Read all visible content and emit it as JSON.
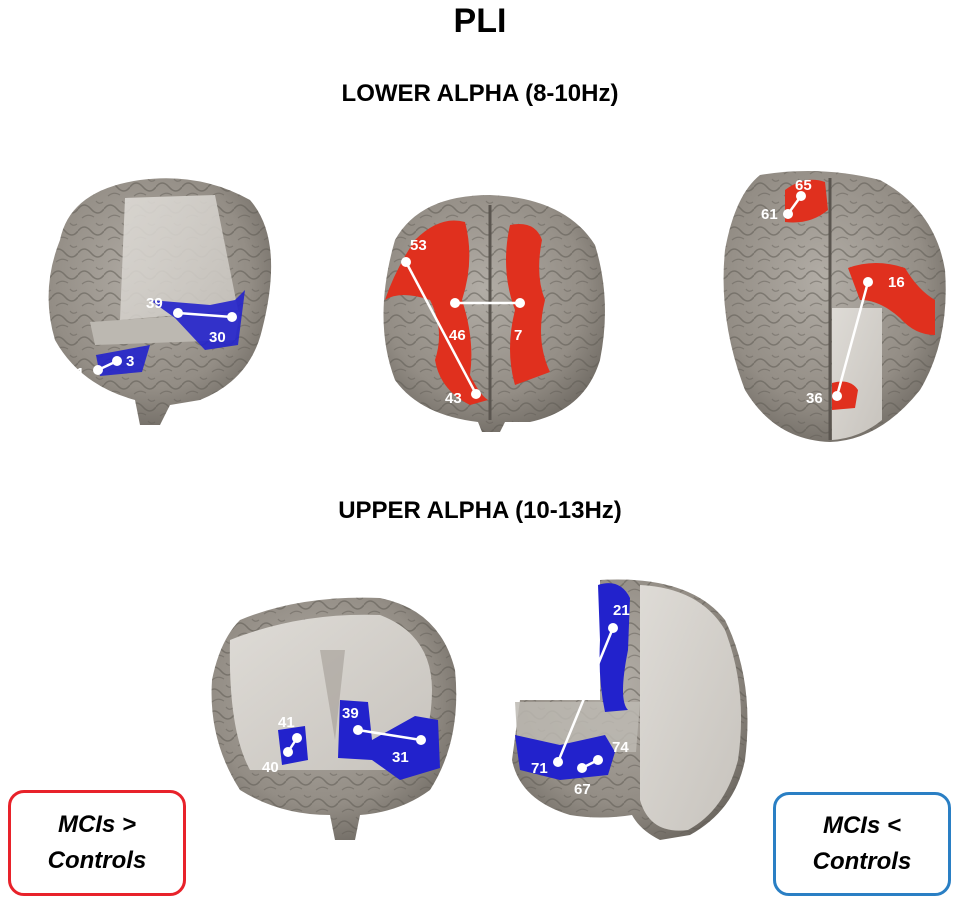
{
  "title": "PLI",
  "sections": {
    "lower": "LOWER ALPHA (8-10Hz)",
    "upper": "UPPER ALPHA (10-13Hz)"
  },
  "colors": {
    "increase": "#e0301e",
    "decrease": "#2222cc",
    "brain": "#9a948c",
    "slice": "#d9d6d0",
    "increase_border": "#e8222a",
    "decrease_border": "#2a7fc4"
  },
  "nodes": {
    "n39a": "39",
    "n30": "30",
    "n1": "1",
    "n3": "3",
    "n53": "53",
    "n46": "46",
    "n7": "7",
    "n43": "43",
    "n65": "65",
    "n61": "61",
    "n16": "16",
    "n36": "36",
    "n41": "41",
    "n40": "40",
    "n39b": "39",
    "n31": "31",
    "n21": "21",
    "n74": "74",
    "n71": "71",
    "n67": "67"
  },
  "legend": {
    "greater": {
      "line1": "MCIs >",
      "line2": "Controls"
    },
    "less": {
      "line1": "MCIs <",
      "line2": "Controls"
    }
  }
}
